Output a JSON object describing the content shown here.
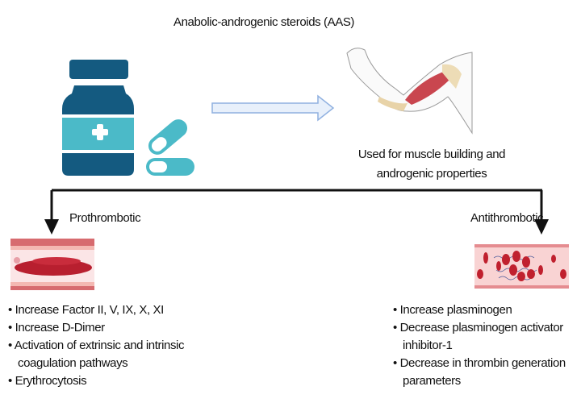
{
  "title": "Anabolic-androgenic steroids (AAS)",
  "caption": "Used for muscle building and androgenic properties",
  "prothrombotic": {
    "label": "Prothrombotic",
    "items": [
      "Increase Factor II, V, IX, X, XI",
      "Increase D-Dimer",
      "Activation of extrinsic and intrinsic coagulation pathways",
      "Erythrocytosis"
    ]
  },
  "antithrombotic": {
    "label": "Antithrombotic",
    "items": [
      "Increase plasminogen",
      "Decrease plasminogen activator inhibitor-1",
      "Decrease in thrombin generation parameters"
    ]
  },
  "colors": {
    "bottle_dark": "#145a80",
    "bottle_light": "#4bbac8",
    "arrow_fill": "#e8f0fb",
    "arrow_stroke": "#8fb0e0",
    "muscle": "#c9464f",
    "clot": "#b81f2f",
    "vessel": "#d76b6f"
  }
}
